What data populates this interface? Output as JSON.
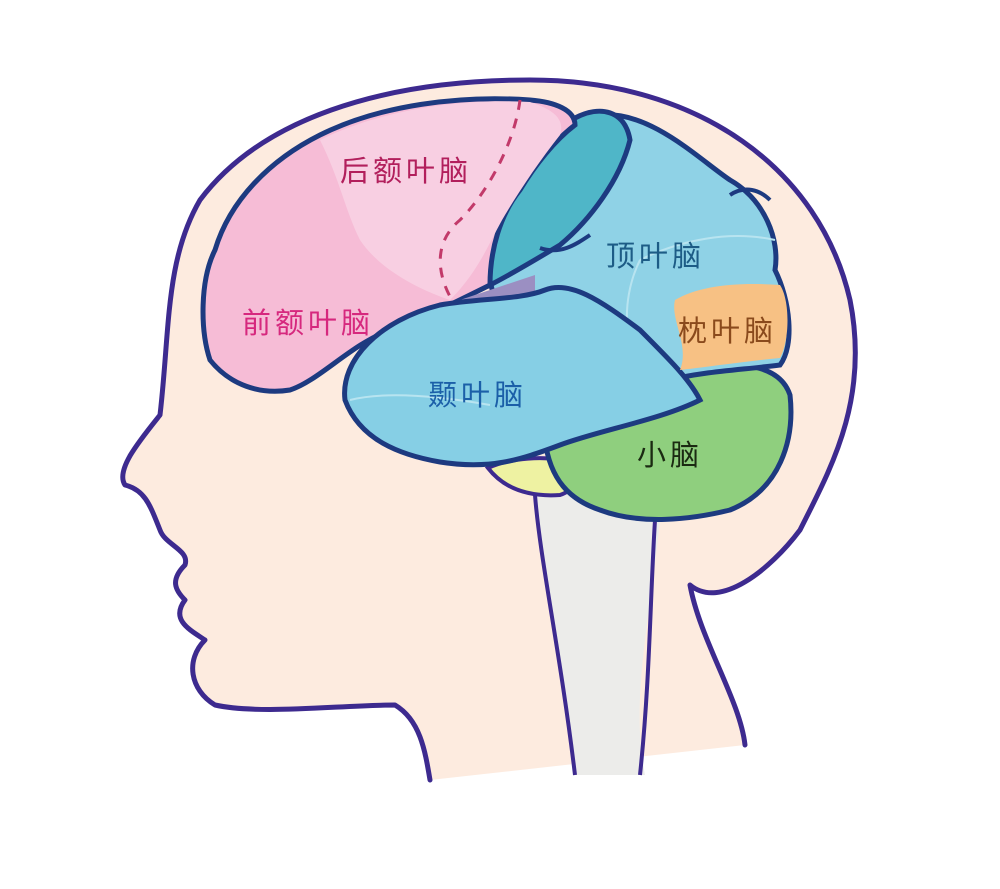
{
  "diagram": {
    "subject": "human brain lobes, side view of head",
    "labels": {
      "posterior_frontal": "后额叶脑",
      "prefrontal": "前额叶脑",
      "parietal": "顶叶脑",
      "occipital": "枕叶脑",
      "temporal": "颞叶脑",
      "cerebellum": "小脑"
    },
    "colors": {
      "outline": "#3d2a8f",
      "head_fill": "#fdebdf",
      "frontal_pink": "#f6bcd6",
      "frontal_light_pink": "#f8cfe2",
      "premotor_teal": "#4fb6c8",
      "parietal_blue": "#8fd2e6",
      "temporal_blue": "#86cfe5",
      "occipital_orange": "#f7c184",
      "cerebellum_green": "#8fcf7e",
      "pons_yellow": "#eef2a2",
      "brainstem_grey": "#ececea",
      "insula_purple": "#9b8fc2",
      "label_pink": "#d6287e",
      "label_darkpink": "#b21f5c",
      "label_blue": "#1b5fa8",
      "label_teal": "#1d5c86",
      "label_brown": "#8a4a1c",
      "label_dark": "#1b2a12"
    }
  }
}
